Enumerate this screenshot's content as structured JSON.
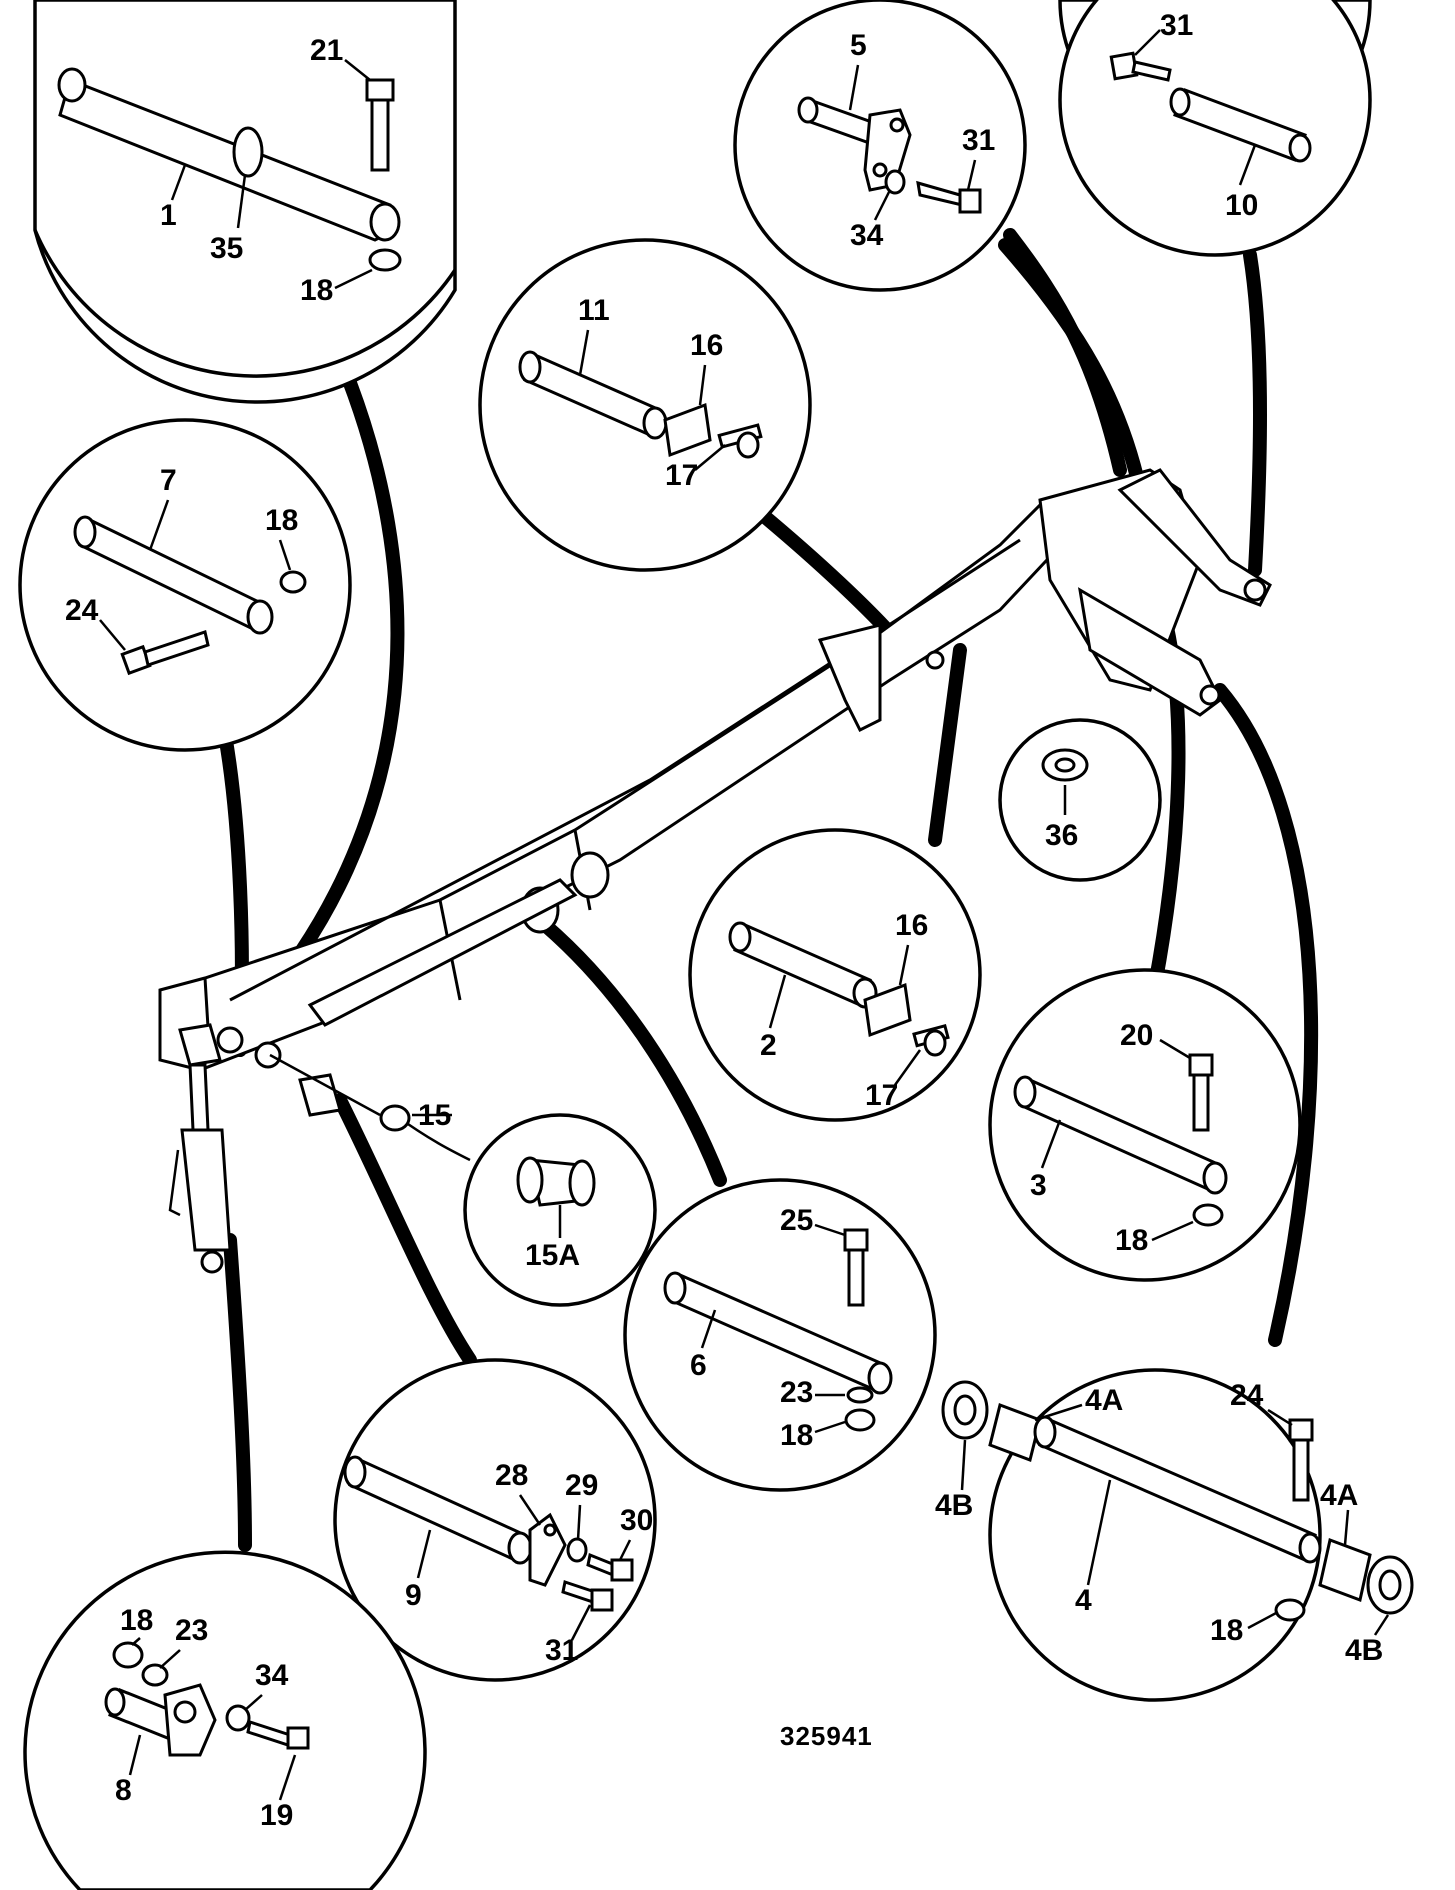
{
  "reference_number": "325941",
  "callouts": {
    "c1": [
      "1",
      "35",
      "21",
      "18"
    ],
    "c7": [
      "7",
      "18",
      "24"
    ],
    "c11": [
      "11",
      "16",
      "17"
    ],
    "c5": [
      "5",
      "31",
      "34"
    ],
    "c10": [
      "31",
      "10"
    ],
    "c36": [
      "36"
    ],
    "c2": [
      "2",
      "16",
      "17"
    ],
    "c3": [
      "20",
      "3",
      "18"
    ],
    "c15A": [
      "15A"
    ],
    "c6": [
      "25",
      "6",
      "23",
      "18"
    ],
    "c9": [
      "28",
      "29",
      "30",
      "9",
      "31"
    ],
    "c4": [
      "4A",
      "24",
      "4A",
      "4B",
      "4",
      "18",
      "4B"
    ],
    "c8": [
      "18",
      "23",
      "34",
      "8",
      "19"
    ],
    "main": [
      "15"
    ]
  }
}
